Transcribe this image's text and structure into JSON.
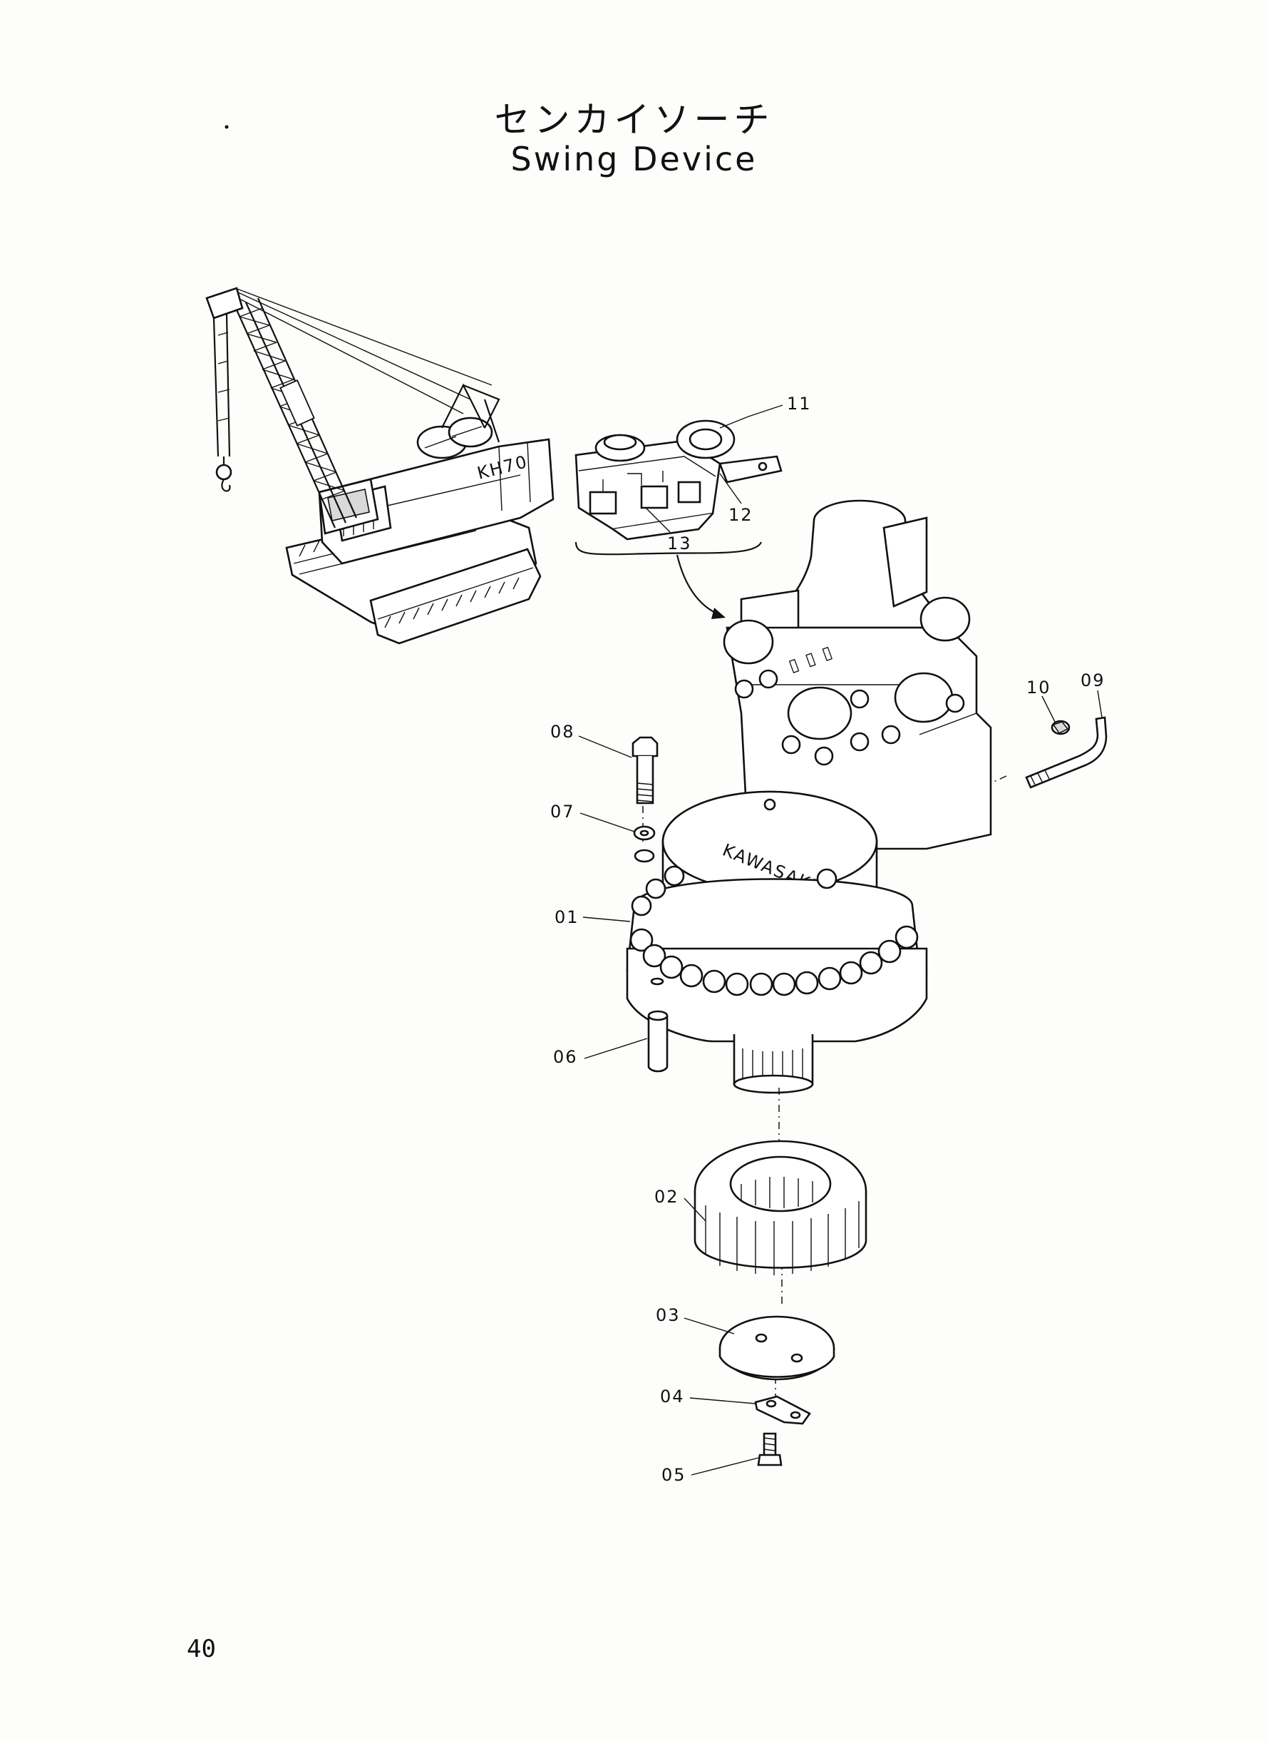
{
  "header": {
    "title_jp": "センカイソーチ",
    "title_en": "Swing Device"
  },
  "diagram": {
    "crane_label": "KH70",
    "gearbox_brand": "KAWASAKI",
    "callouts": [
      "01",
      "02",
      "03",
      "04",
      "05",
      "06",
      "07",
      "08",
      "09",
      "10",
      "11",
      "12",
      "13"
    ]
  },
  "footer": {
    "page_number": "40"
  }
}
